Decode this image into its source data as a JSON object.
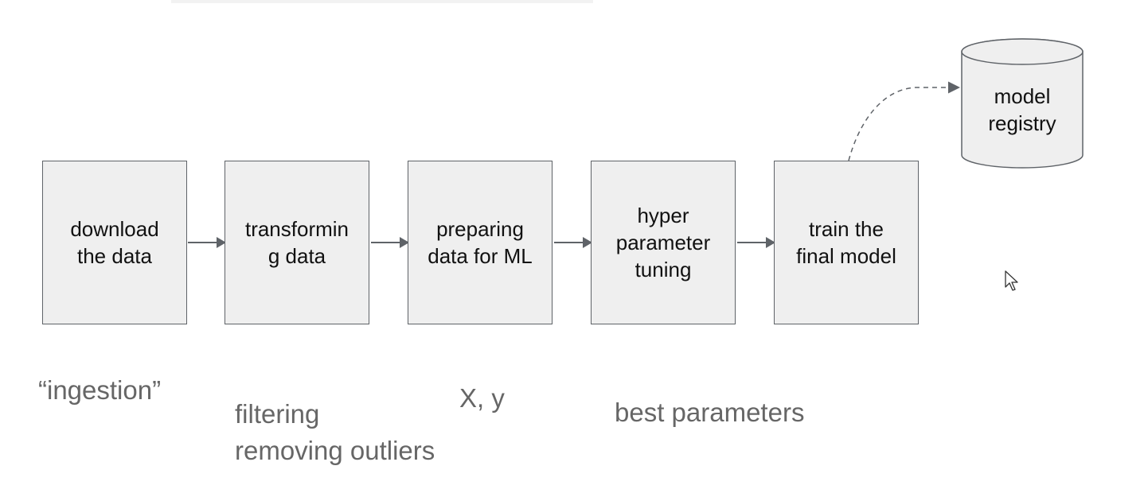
{
  "steps": [
    {
      "label": "download\nthe data"
    },
    {
      "label": "transformin\ng data"
    },
    {
      "label": "preparing\ndata for ML"
    },
    {
      "label": "hyper\nparameter\ntuning"
    },
    {
      "label": "train the\nfinal model"
    }
  ],
  "registry": {
    "label": "model\nregistry"
  },
  "notes": {
    "ingestion": "“ingestion”",
    "transform": "filtering\nremoving outliers",
    "prepare": "X, y",
    "tuning": "best parameters"
  },
  "colors": {
    "box_fill": "#efefef",
    "box_border": "#5f6368",
    "note_text": "#666666"
  },
  "icons": {
    "cursor": "mouse-pointer-icon"
  }
}
